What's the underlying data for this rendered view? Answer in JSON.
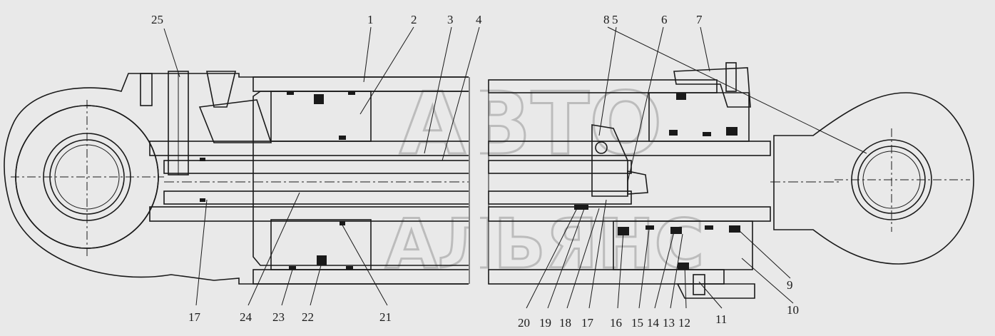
{
  "watermark": {
    "line1": "АВТО",
    "line2": "АЛЬЯНС"
  },
  "callouts": {
    "top": [
      "25",
      "1",
      "2",
      "3",
      "4",
      "5",
      "6",
      "7",
      "8"
    ],
    "bottom_left": [
      "17",
      "24",
      "23",
      "22",
      "21"
    ],
    "bottom_right": [
      "20",
      "19",
      "18",
      "17",
      "16",
      "15",
      "14",
      "13",
      "12",
      "11"
    ],
    "right": [
      "9",
      "10"
    ]
  },
  "colors": {
    "line": "#1a1a1a",
    "background": "#e9e9e9",
    "watermark": "#bcbcbc"
  }
}
